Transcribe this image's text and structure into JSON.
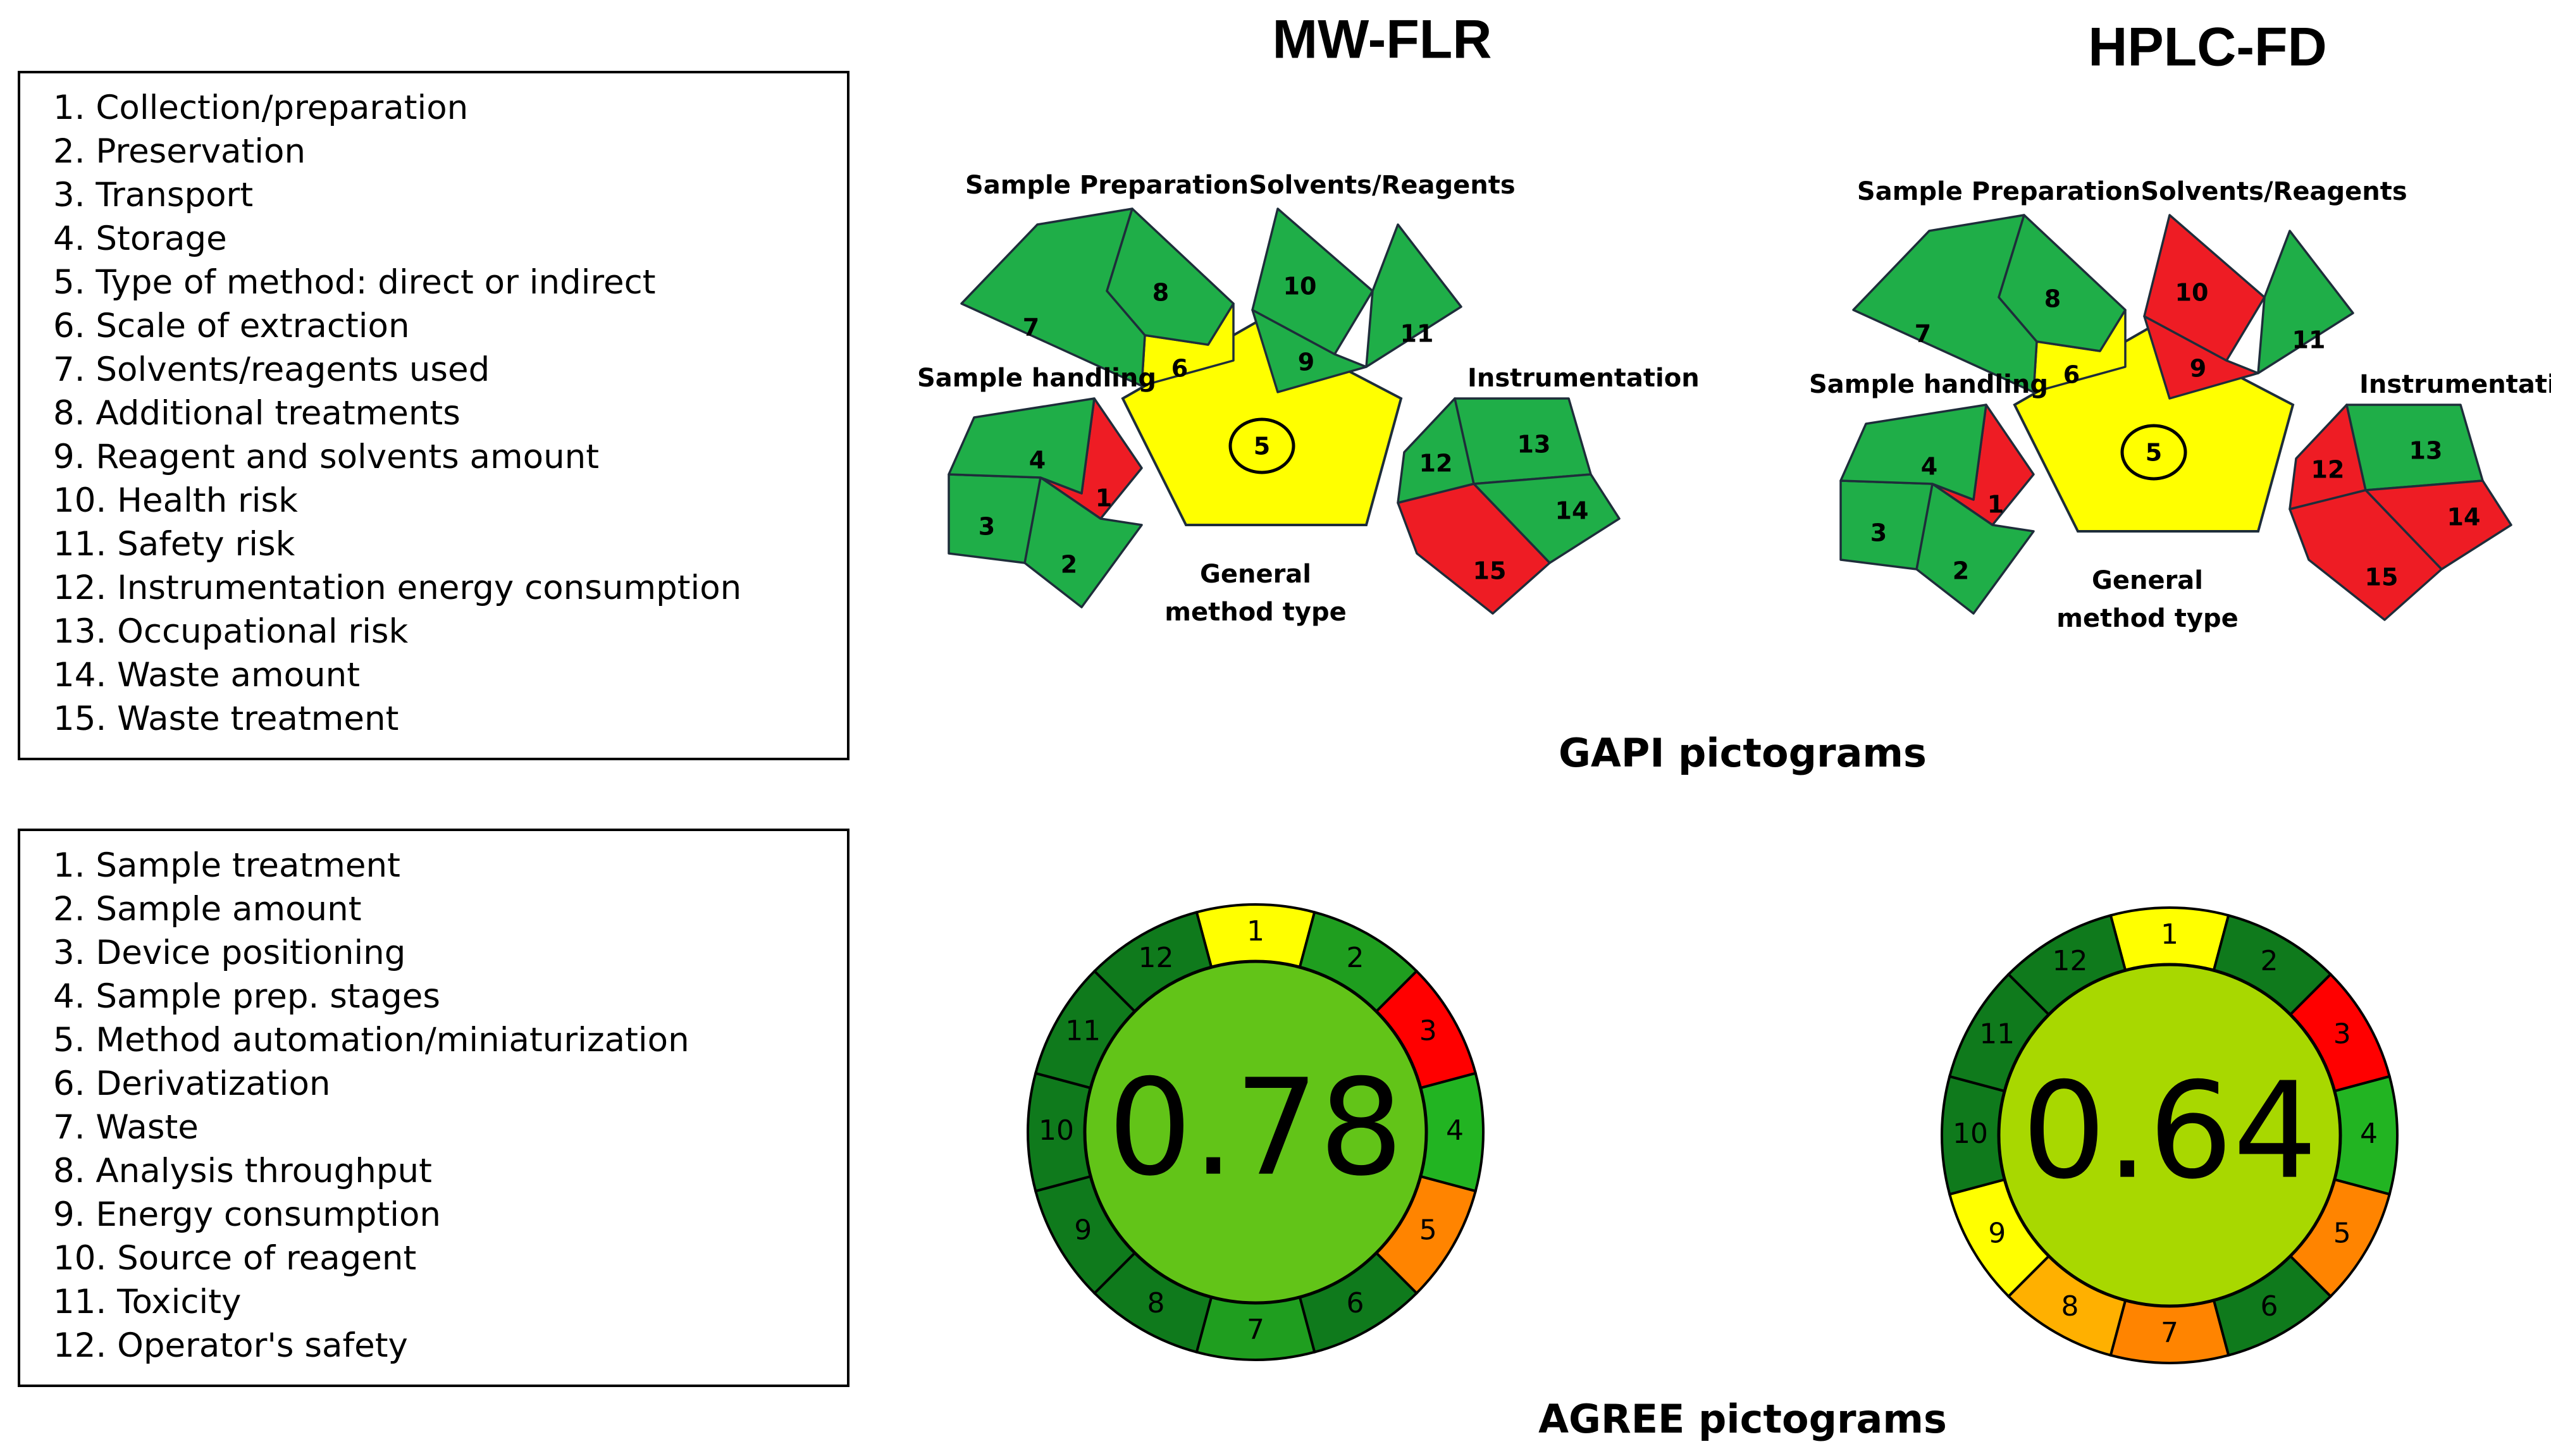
{
  "gapi_legend": [
    "1. Collection/preparation",
    "2. Preservation",
    "3. Transport",
    "4. Storage",
    "5. Type of method: direct or indirect",
    "6. Scale of extraction",
    "7. Solvents/reagents used",
    "8. Additional  treatments",
    "9. Reagent and solvents amount",
    "10. Health risk",
    "11. Safety risk",
    "12. Instrumentation  energy consumption",
    "13. Occupational  risk",
    "14. Waste amount",
    "15. Waste treatment"
  ],
  "agree_legend": [
    "1. Sample treatment",
    "2. Sample amount",
    "3. Device positioning",
    "4. Sample prep. stages",
    "5. Method automation/miniaturization",
    "6. Derivatization",
    "7. Waste",
    "8. Analysis throughput",
    "9. Energy consumption",
    "10. Source of reagent",
    "11. Toxicity",
    "12. Operator's safety"
  ],
  "colors": {
    "green": "#1fae48",
    "yellow": "#ffff00",
    "red": "#ee1c24",
    "agree_dark_green": "#0f7a1c",
    "agree_green": "#1f9e1f",
    "agree_light_green": "#22b422",
    "agree_yellow": "#ffff00",
    "agree_orange": "#ff8400",
    "agree_light_orange": "#ffb000",
    "agree_red": "#ff0000",
    "agree_center_mwflr": "#62c418",
    "agree_center_hplc": "#a8d800"
  },
  "captions": {
    "gapi": "GAPI pictograms",
    "agree": "AGREE pictograms"
  },
  "gapi_section_labels": {
    "sample_preparation": "Sample Preparation",
    "solvents_reagents": "Solvents/Reagents",
    "sample_handling": "Sample handling",
    "instrumentation": "Instrumentation",
    "general_line1": "General",
    "general_line2": "method type"
  },
  "methods": [
    {
      "name": "MW-FLR",
      "gapi": {
        "1": "red",
        "2": "green",
        "3": "green",
        "4": "green",
        "5": "yellow",
        "6": "yellow",
        "7": "green",
        "8": "green",
        "9": "green",
        "10": "green",
        "11": "green",
        "12": "green",
        "13": "green",
        "14": "green",
        "15": "red"
      },
      "agree_score": "0.78",
      "agree_center_color": "agree_center_mwflr",
      "agree_segments": [
        {
          "label": "1",
          "color": "agree_yellow"
        },
        {
          "label": "2",
          "color": "agree_green"
        },
        {
          "label": "3",
          "color": "agree_red"
        },
        {
          "label": "4",
          "color": "agree_light_green"
        },
        {
          "label": "5",
          "color": "agree_orange"
        },
        {
          "label": "6",
          "color": "agree_dark_green"
        },
        {
          "label": "7",
          "color": "agree_green"
        },
        {
          "label": "8",
          "color": "agree_dark_green"
        },
        {
          "label": "9",
          "color": "agree_dark_green"
        },
        {
          "label": "10",
          "color": "agree_dark_green"
        },
        {
          "label": "11",
          "color": "agree_dark_green"
        },
        {
          "label": "12",
          "color": "agree_dark_green"
        }
      ]
    },
    {
      "name": "HPLC-FD",
      "gapi": {
        "1": "red",
        "2": "green",
        "3": "green",
        "4": "green",
        "5": "yellow",
        "6": "yellow",
        "7": "green",
        "8": "green",
        "9": "red",
        "10": "red",
        "11": "green",
        "12": "red",
        "13": "green",
        "14": "red",
        "15": "red"
      },
      "agree_score": "0.64",
      "agree_center_color": "agree_center_hplc",
      "agree_segments": [
        {
          "label": "1",
          "color": "agree_yellow"
        },
        {
          "label": "2",
          "color": "agree_dark_green"
        },
        {
          "label": "3",
          "color": "agree_red"
        },
        {
          "label": "4",
          "color": "agree_light_green"
        },
        {
          "label": "5",
          "color": "agree_orange"
        },
        {
          "label": "6",
          "color": "agree_dark_green"
        },
        {
          "label": "7",
          "color": "agree_orange"
        },
        {
          "label": "8",
          "color": "agree_light_orange"
        },
        {
          "label": "9",
          "color": "agree_yellow"
        },
        {
          "label": "10",
          "color": "agree_dark_green"
        },
        {
          "label": "11",
          "color": "agree_dark_green"
        },
        {
          "label": "12",
          "color": "agree_dark_green"
        }
      ]
    }
  ]
}
